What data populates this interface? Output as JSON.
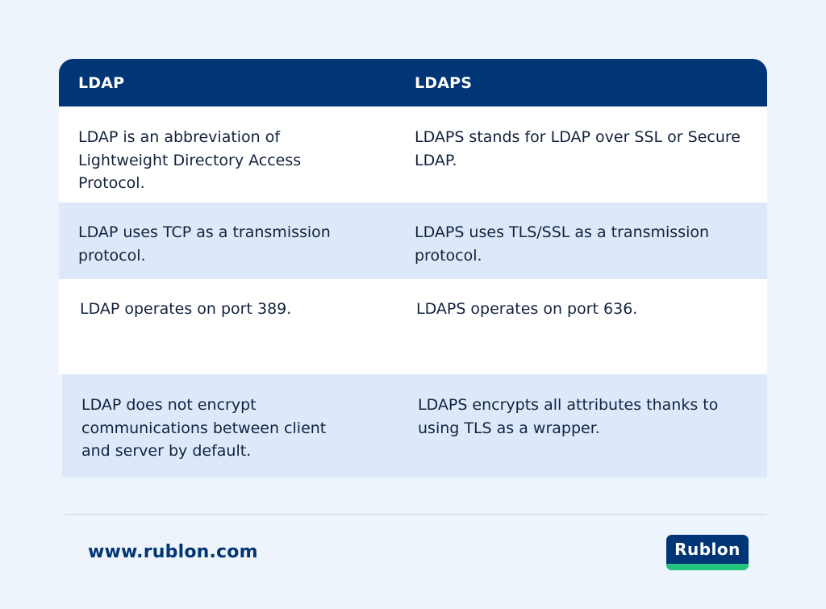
{
  "table": {
    "headers": [
      "LDAP",
      "LDAPS"
    ],
    "rows": [
      {
        "ldap": [
          "LDAP is an abbreviation of",
          "Lightweight Directory Access",
          "Protocol."
        ],
        "ldaps": [
          "LDAPS stands for LDAP over SSL or Secure",
          "LDAP."
        ]
      },
      {
        "ldap": [
          "LDAP uses TCP as a transmission",
          "protocol."
        ],
        "ldaps": [
          "LDAPS uses TLS/SSL as a transmission",
          "protocol."
        ]
      },
      {
        "ldap": [
          "LDAP operates on port 389."
        ],
        "ldaps": [
          "LDAPS operates on port 636."
        ]
      },
      {
        "ldap": [
          "LDAP does not encrypt",
          "communications between client",
          "and server by default."
        ],
        "ldaps": [
          "LDAPS encrypts all attributes thanks to",
          "using TLS as a wrapper."
        ]
      }
    ]
  },
  "footer": {
    "website": "www.rublon.com",
    "logo_text": "Rublon"
  },
  "colors": {
    "header_bg": "#003576",
    "row_alt_bg": "#dde9fb",
    "page_bg": "#eef4fb",
    "logo_accent": "#22c57c"
  }
}
